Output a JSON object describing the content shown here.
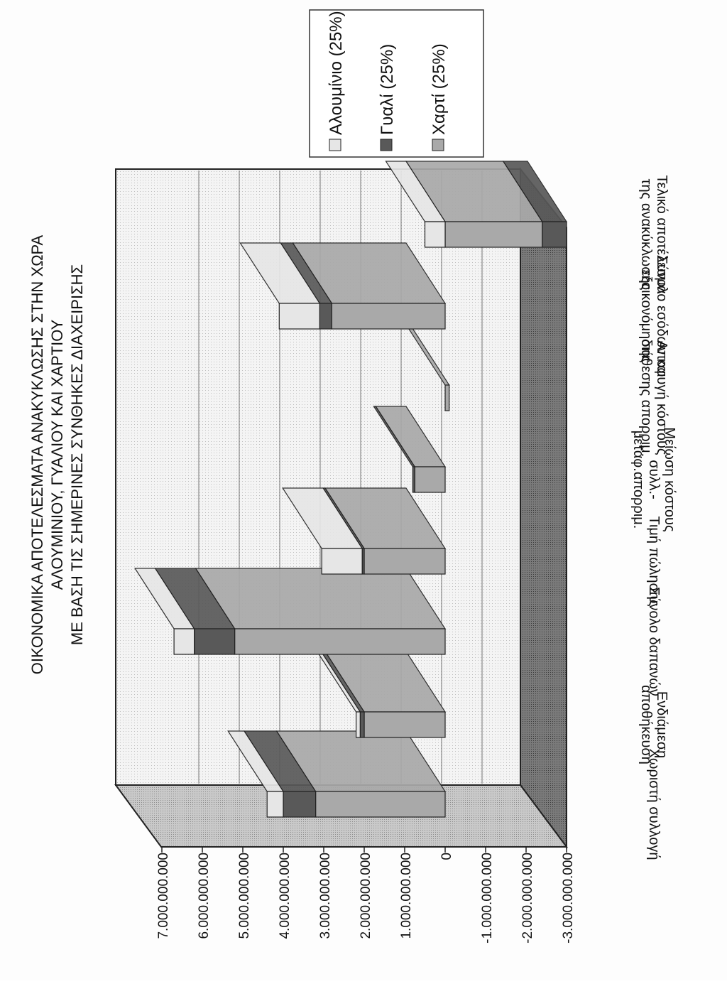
{
  "chart_data": {
    "type": "bar",
    "stacked": true,
    "three_d": true,
    "orientation": "rotated 90 degrees clockwise (scanned page)",
    "title_lines": [
      "ΟΙΚΟΝΟΜΙΚΑ ΑΠΟΤΕΛΕΣΜΑΤΑ ΑΝΑΚΥΚΛΩΣΗΣ ΣΤΗΝ ΧΩΡΑ",
      "ΑΛΟΥΜΙΝΙΟΥ, ΓΥΑΛΙΟΥ ΚΑΙ ΧΑΡΤΙΟΥ",
      "ΜΕ ΒΑΣΗ ΤΙΣ ΣΗΜΕΡΙΝΕΣ  ΣΥΝΘΗΚΕΣ ΔΙΑΧΕΙΡΙΣΗΣ"
    ],
    "categories": [
      [
        "Χωριστή συλλογή"
      ],
      [
        "Ενδιάμεση",
        "αποθήκευση"
      ],
      [
        "Σύνολο δαπανών"
      ],
      [
        "Τιμή πώλησης"
      ],
      [
        "Μείωση κόστους",
        "συλλ.-",
        "μεταφ.απορριμ."
      ],
      [
        "Αποφυγή κόστους",
        "διάθεσης απορριμ."
      ],
      [
        "Σύνολο εσόδων και",
        "εξοικονόμησης"
      ],
      [
        "Τελικό αποτέλεσμα",
        "της ανακύκλωσης"
      ]
    ],
    "series": [
      {
        "name": "Χαρτί (25%)",
        "color": "#a9a9a9",
        "values": [
          3200000000,
          2000000000,
          5200000000,
          2000000000,
          750000000,
          -100000000,
          2800000000,
          -2400000000
        ]
      },
      {
        "name": "Γυαλί (25%)",
        "color": "#595959",
        "values": [
          800000000,
          100000000,
          1000000000,
          50000000,
          50000000,
          0,
          300000000,
          -600000000
        ]
      },
      {
        "name": "Αλουμίνιο (25%)",
        "color": "#e6e6e6",
        "values": [
          400000000,
          100000000,
          500000000,
          1000000000,
          0,
          0,
          1000000000,
          500000000
        ]
      }
    ],
    "legend_labels": [
      "Αλουμίνιο (25%)",
      "Γυαλί (25%)",
      "Χαρτί (25%)"
    ],
    "legend_colors": [
      "#e6e6e6",
      "#595959",
      "#a9a9a9"
    ],
    "yticks": [
      "7.000.000.000",
      "6.000.000.000",
      "5.000.000.000",
      "4.000.000.000",
      "3.000.000.000",
      "2.000.000.000",
      "1.000.000.000",
      "0",
      "-1.000.000.000",
      "-2.000.000.000",
      "-3.000.000.000"
    ],
    "ylim": [
      -3000000000,
      7000000000
    ],
    "grid": true,
    "legend_position": "top-right"
  }
}
